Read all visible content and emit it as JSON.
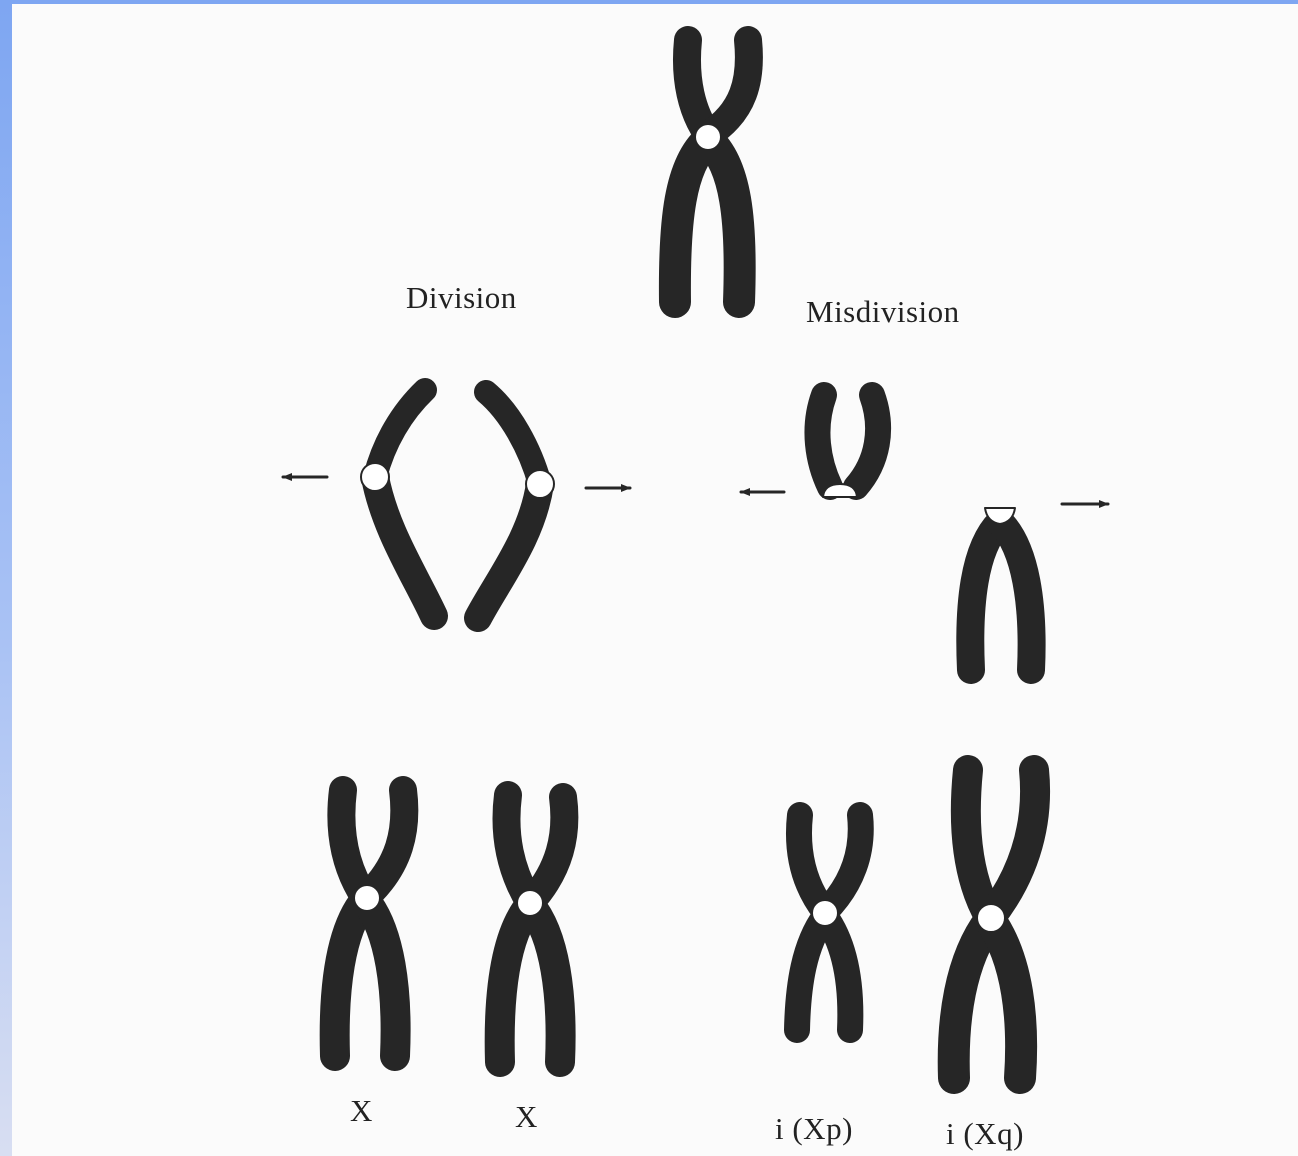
{
  "labels": {
    "division": "Division",
    "misdivision": "Misdivision",
    "x1": "X",
    "x2": "X",
    "ixp": "i (Xp)",
    "ixq": "i (Xq)"
  },
  "colors": {
    "chromosome": "#262626",
    "centromere": "#ffffff",
    "frame": "#7ea6f2"
  }
}
